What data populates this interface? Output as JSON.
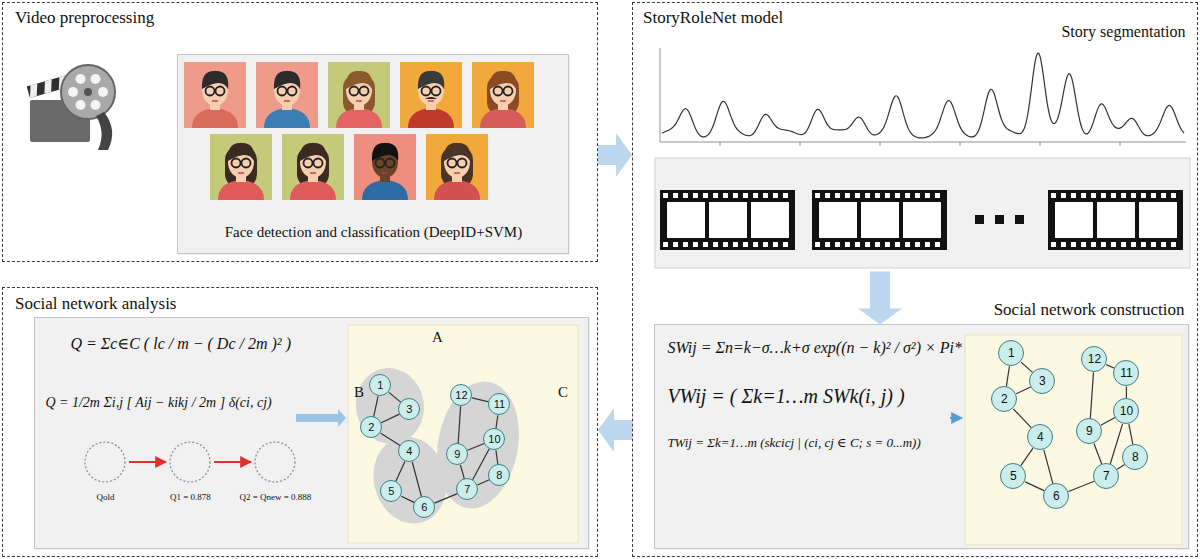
{
  "diagram": {
    "nodes": [
      {
        "text": [
          "Video preprocessing"
        ]
      },
      {
        "text": [
          "Face detection and classification (DeepID+SVM)"
        ],
        "in": 0
      },
      {
        "text": [
          "StoryRoleNet model"
        ]
      },
      {
        "text": [
          "Story segmentation"
        ],
        "in": 2
      },
      {
        "text": [
          "Social network construction",
          "SWij = Σn=k−σ…k+σ exp((n − k)² / σ²) × Pi*",
          "VWij = ( Σk=1…m SWk(i, j) )",
          "TWij = Σk=1…m (skcicj | (ci, cj ∈ C; s = 0...m))"
        ],
        "in": 2
      },
      {
        "text": [
          "1"
        ],
        "in": 4
      },
      {
        "text": [
          "2"
        ],
        "in": 4
      },
      {
        "text": [
          "3"
        ],
        "in": 4
      },
      {
        "text": [
          "4"
        ],
        "in": 4
      },
      {
        "text": [
          "5"
        ],
        "in": 4
      },
      {
        "text": [
          "6"
        ],
        "in": 4
      },
      {
        "text": [
          "7"
        ],
        "in": 4
      },
      {
        "text": [
          "8"
        ],
        "in": 4
      },
      {
        "text": [
          "9"
        ],
        "in": 4
      },
      {
        "text": [
          "10"
        ],
        "in": 4
      },
      {
        "text": [
          "11"
        ],
        "in": 4
      },
      {
        "text": [
          "12"
        ],
        "in": 4
      },
      {
        "text": [
          "Social network analysis"
        ]
      },
      {
        "text": [
          "Q = Σc∈C ( lc / m − ( Dc / 2m )² )",
          "Q = 1/2m Σi,j [ Aij − kikj / 2m ] δ(ci, cj)",
          "Qold",
          "Q1 = 0.878",
          "Q2 = Qnew = 0.888"
        ],
        "in": 17
      },
      {
        "text": [
          "1"
        ],
        "in": 18
      },
      {
        "text": [
          "2"
        ],
        "in": 18
      },
      {
        "text": [
          "3"
        ],
        "in": 18
      },
      {
        "text": [
          "4"
        ],
        "in": 18
      },
      {
        "text": [
          "5"
        ],
        "in": 18
      },
      {
        "text": [
          "6"
        ],
        "in": 18
      },
      {
        "text": [
          "7"
        ],
        "in": 18
      },
      {
        "text": [
          "8"
        ],
        "in": 18
      },
      {
        "text": [
          "9"
        ],
        "in": 18
      },
      {
        "text": [
          "10"
        ],
        "in": 18
      },
      {
        "text": [
          "11"
        ],
        "in": 18
      },
      {
        "text": [
          "12"
        ],
        "in": 18
      }
    ],
    "edges": [
      {
        "from": 0,
        "to": 2,
        "arrow": "to"
      },
      {
        "from": 2,
        "to": 17,
        "arrow": "to"
      },
      {
        "from": 3,
        "to": 4,
        "arrow": "to"
      },
      {
        "from": 5,
        "to": 6,
        "arrow": "none"
      },
      {
        "from": 5,
        "to": 7,
        "arrow": "none"
      },
      {
        "from": 6,
        "to": 7,
        "arrow": "none"
      },
      {
        "from": 6,
        "to": 8,
        "arrow": "none"
      },
      {
        "from": 8,
        "to": 9,
        "arrow": "none"
      },
      {
        "from": 8,
        "to": 10,
        "arrow": "none"
      },
      {
        "from": 9,
        "to": 10,
        "arrow": "none"
      },
      {
        "from": 10,
        "to": 11,
        "arrow": "none"
      },
      {
        "from": 11,
        "to": 12,
        "arrow": "none"
      },
      {
        "from": 11,
        "to": 13,
        "arrow": "none"
      },
      {
        "from": 11,
        "to": 14,
        "arrow": "none"
      },
      {
        "from": 12,
        "to": 14,
        "arrow": "none"
      },
      {
        "from": 13,
        "to": 14,
        "arrow": "none"
      },
      {
        "from": 13,
        "to": 16,
        "arrow": "none"
      },
      {
        "from": 14,
        "to": 15,
        "arrow": "none"
      },
      {
        "from": 15,
        "to": 16,
        "arrow": "none"
      },
      {
        "from": 19,
        "to": 20,
        "arrow": "none"
      },
      {
        "from": 19,
        "to": 21,
        "arrow": "none"
      },
      {
        "from": 20,
        "to": 21,
        "arrow": "none"
      },
      {
        "from": 20,
        "to": 22,
        "arrow": "none"
      },
      {
        "from": 22,
        "to": 23,
        "arrow": "none"
      },
      {
        "from": 22,
        "to": 24,
        "arrow": "none"
      },
      {
        "from": 23,
        "to": 24,
        "arrow": "none"
      },
      {
        "from": 24,
        "to": 25,
        "arrow": "none"
      },
      {
        "from": 25,
        "to": 26,
        "arrow": "none"
      },
      {
        "from": 25,
        "to": 27,
        "arrow": "none"
      },
      {
        "from": 25,
        "to": 28,
        "arrow": "none"
      },
      {
        "from": 26,
        "to": 28,
        "arrow": "none"
      },
      {
        "from": 27,
        "to": 28,
        "arrow": "none"
      },
      {
        "from": 27,
        "to": 30,
        "arrow": "none"
      },
      {
        "from": 28,
        "to": 29,
        "arrow": "none"
      },
      {
        "from": 29,
        "to": 30,
        "arrow": "none"
      }
    ],
    "labels": [
      "A",
      "B",
      "C"
    ]
  }
}
